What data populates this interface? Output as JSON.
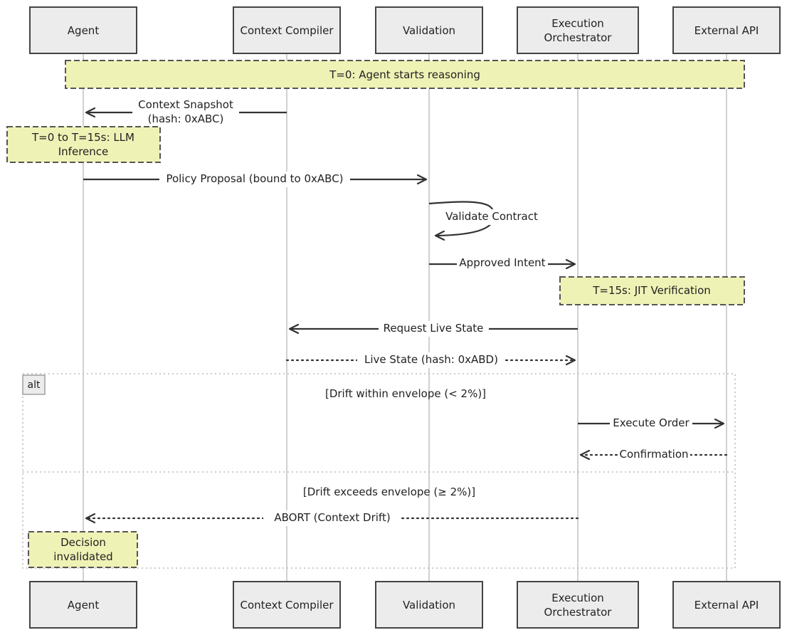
{
  "participants": [
    {
      "id": "agent",
      "lines": [
        "Agent"
      ]
    },
    {
      "id": "compiler",
      "lines": [
        "Context Compiler"
      ]
    },
    {
      "id": "validation",
      "lines": [
        "Validation"
      ]
    },
    {
      "id": "orchestrator",
      "lines": [
        "Execution",
        "Orchestrator"
      ]
    },
    {
      "id": "api",
      "lines": [
        "External API"
      ]
    }
  ],
  "notes": [
    {
      "id": "t0",
      "lines": [
        "T=0: Agent starts reasoning"
      ]
    },
    {
      "id": "llm",
      "lines": [
        "T=0 to T=15s: LLM",
        "Inference"
      ]
    },
    {
      "id": "jit",
      "lines": [
        "T=15s: JIT Verification"
      ]
    },
    {
      "id": "invalidated",
      "lines": [
        "Decision",
        "invalidated"
      ]
    }
  ],
  "messages": [
    {
      "id": "context-snapshot",
      "lines": [
        "Context Snapshot",
        "(hash: 0xABC)"
      ],
      "style": "solid"
    },
    {
      "id": "policy-proposal",
      "lines": [
        "Policy Proposal (bound to 0xABC)"
      ],
      "style": "solid"
    },
    {
      "id": "validate-contract",
      "lines": [
        "Validate Contract"
      ],
      "style": "self"
    },
    {
      "id": "approved-intent",
      "lines": [
        "Approved Intent"
      ],
      "style": "solid"
    },
    {
      "id": "request-live-state",
      "lines": [
        "Request Live State"
      ],
      "style": "solid"
    },
    {
      "id": "live-state",
      "lines": [
        "Live State (hash: 0xABD)"
      ],
      "style": "dotted"
    },
    {
      "id": "execute-order",
      "lines": [
        "Execute Order"
      ],
      "style": "solid"
    },
    {
      "id": "confirmation",
      "lines": [
        "Confirmation"
      ],
      "style": "dotted"
    },
    {
      "id": "abort",
      "lines": [
        "ABORT (Context Drift)"
      ],
      "style": "dotted"
    }
  ],
  "alt_block": {
    "label": "alt",
    "conditions": [
      "[Drift within envelope (< 2%)]",
      "[Drift exceeds envelope (≥ 2%)]"
    ]
  },
  "colors": {
    "box_fill": "#ececec",
    "note_fill": "#eff2b5",
    "stroke": "#444444",
    "lifeline": "#b8b8b8",
    "text": "#222222",
    "frame": "#bbbbbb"
  }
}
